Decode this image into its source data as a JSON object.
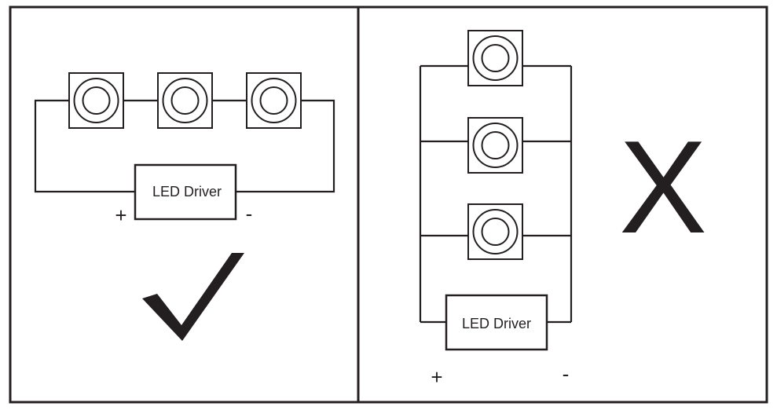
{
  "left_panel": {
    "title": "Series wiring",
    "driver_label": "LED Driver",
    "plus_sign": "+",
    "minus_sign": "-",
    "verdict_icon": "checkmark-icon",
    "led_count": 3
  },
  "right_panel": {
    "title": "Parallel wiring",
    "driver_label": "LED Driver",
    "plus_sign": "+",
    "minus_sign": "-",
    "verdict_symbol": "X",
    "led_count": 3
  },
  "colors": {
    "ink": "#231f20",
    "background": "#ffffff"
  }
}
